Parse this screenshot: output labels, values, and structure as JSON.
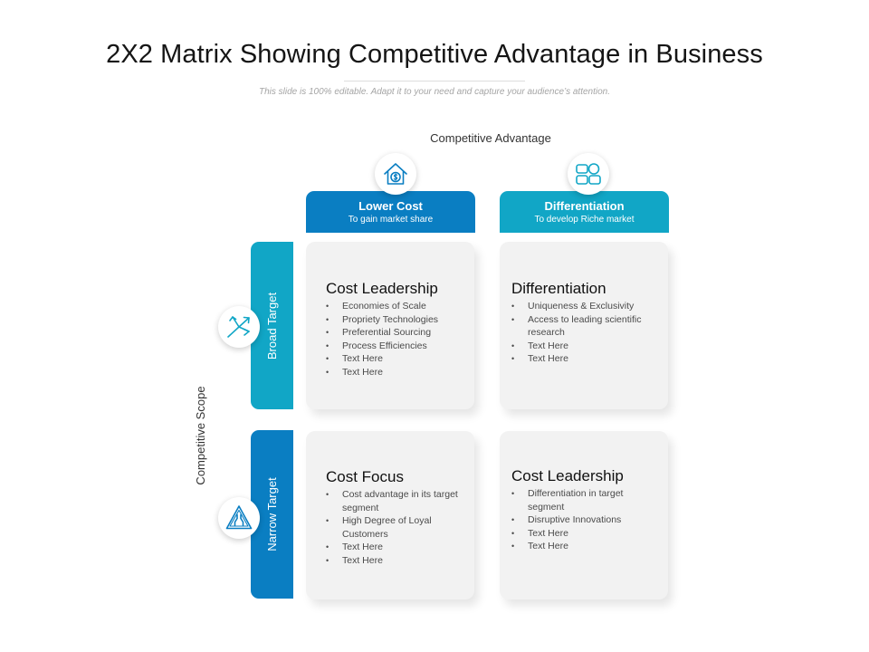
{
  "title": "2X2 Matrix Showing Competitive Advantage in Business",
  "subtitle": "This slide is 100% editable. Adapt it to your need and capture your audience’s attention.",
  "axes": {
    "top": "Competitive Advantage",
    "left": "Competitive Scope"
  },
  "columns": [
    {
      "title": "Lower Cost",
      "subtitle": "To gain market share",
      "icon": "house-dollar-icon",
      "color": "#0a7ec2"
    },
    {
      "title": "Differentiation",
      "subtitle": "To develop Riche market",
      "icon": "shapes-grid-icon",
      "color": "#11a6c6"
    }
  ],
  "rows": [
    {
      "label": "Broad Target",
      "icon": "arrows-diverge-icon",
      "color": "#11a6c6"
    },
    {
      "label": "Narrow Target",
      "icon": "road-narrows-icon",
      "color": "#0a7ec2"
    }
  ],
  "quadrants": [
    {
      "title": "Cost Leadership",
      "items": [
        "Economies of Scale",
        "Propriety Technologies",
        "Preferential Sourcing",
        "Process Efficiencies",
        "Text Here",
        "Text Here"
      ]
    },
    {
      "title": "Differentiation",
      "items": [
        "Uniqueness & Exclusivity",
        "Access to leading scientific research",
        "Text Here",
        "Text Here"
      ]
    },
    {
      "title": "Cost Focus",
      "items": [
        "Cost advantage in its target segment",
        "High Degree of Loyal Customers",
        "Text Here",
        "Text Here"
      ]
    },
    {
      "title": "Cost Leadership",
      "items": [
        "Differentiation in target segment",
        "Disruptive Innovations",
        "Text Here",
        "Text Here"
      ]
    }
  ],
  "colors": {
    "blue": "#0a7ec2",
    "teal": "#11a6c6",
    "card": "#f2f2f2"
  }
}
